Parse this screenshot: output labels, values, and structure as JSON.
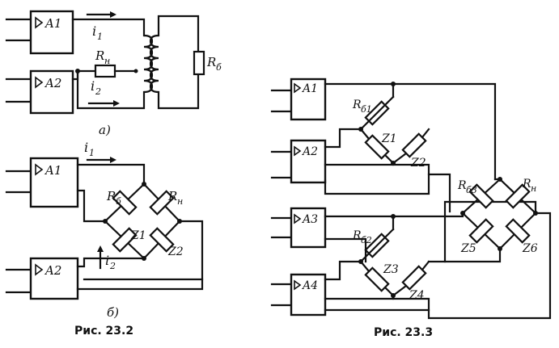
{
  "fig_23_2": {
    "part_a": {
      "amp_top": "A1",
      "amp_bottom": "A2",
      "current_top": "i",
      "current_top_sub": "1",
      "current_bottom": "i",
      "current_bottom_sub": "2",
      "load_res": "R",
      "load_res_sub": "н",
      "bal_res": "R",
      "bal_res_sub": "б",
      "sublabel": "а)"
    },
    "part_b": {
      "amp_top": "A1",
      "amp_bottom": "A2",
      "current_top": "i",
      "current_top_sub": "1",
      "current_bottom": "i",
      "current_bottom_sub": "2",
      "bal_res": "R",
      "bal_res_sub": "б",
      "load_res": "R",
      "load_res_sub": "н",
      "z1": "Z1",
      "z2": "Z2",
      "sublabel": "б)"
    },
    "caption": "Рис. 23.2"
  },
  "fig_23_3": {
    "amps": [
      "A1",
      "A2",
      "A3",
      "A4"
    ],
    "rb1": "R",
    "rb1_sub": "б1",
    "rb2": "R",
    "rb2_sub": "б2",
    "rb3": "R",
    "rb3_sub": "б3",
    "rn": "R",
    "rn_sub": "н",
    "z": [
      "Z1",
      "Z2",
      "Z3",
      "Z4",
      "Z5",
      "Z6"
    ],
    "caption": "Рис. 23.3"
  }
}
